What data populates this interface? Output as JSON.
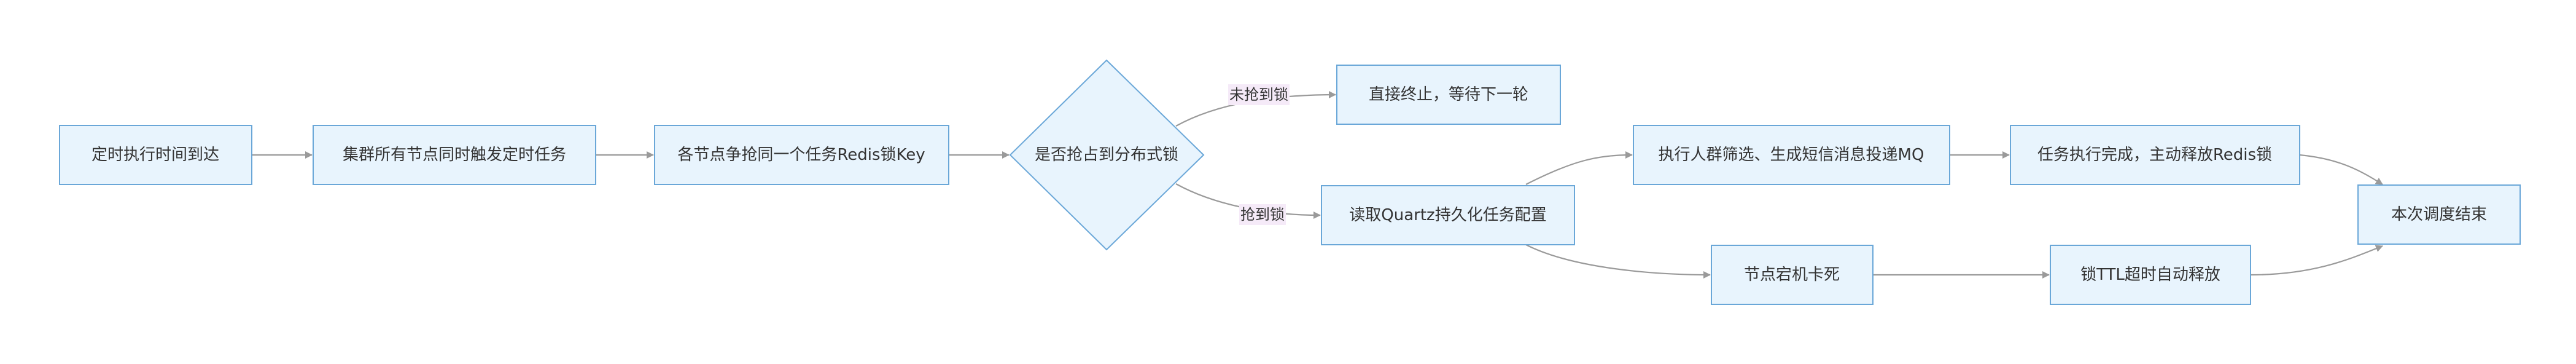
{
  "diagram": {
    "nodes": [
      {
        "id": "n1",
        "label": "定时执行时间到达"
      },
      {
        "id": "n2",
        "label": "集群所有节点同时触发定时任务"
      },
      {
        "id": "n3",
        "label": "各节点争抢同一个任务Redis锁Key"
      },
      {
        "id": "n4",
        "label": "是否抢占到分布式锁"
      },
      {
        "id": "n5",
        "label": "直接终止，等待下一轮"
      },
      {
        "id": "n6",
        "label": "读取Quartz持久化任务配置"
      },
      {
        "id": "n7",
        "label": "执行人群筛选、生成短信消息投递MQ"
      },
      {
        "id": "n8",
        "label": "任务执行完成，主动释放Redis锁"
      },
      {
        "id": "n9",
        "label": "节点宕机卡死"
      },
      {
        "id": "n10",
        "label": "锁TTL超时自动释放"
      },
      {
        "id": "n11",
        "label": "本次调度结束"
      }
    ],
    "edge_labels": {
      "not_acquired": "未抢到锁",
      "acquired": "抢到锁"
    },
    "colors": {
      "node_fill": "#e8f4fd",
      "node_stroke": "#6aa7d8",
      "edge": "#9a9a9a",
      "label_bg": "#f5eaf8"
    }
  }
}
